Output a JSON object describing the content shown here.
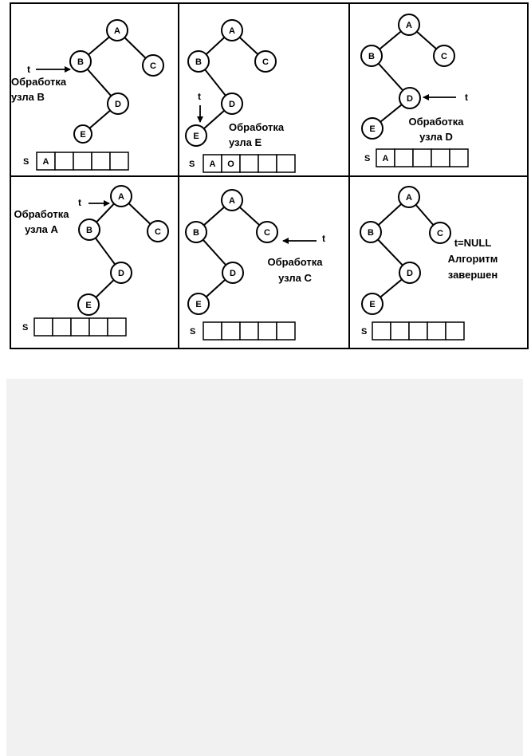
{
  "figure": {
    "stack_label": "S",
    "pointer_label": "t",
    "panels": [
      {
        "id": "p1",
        "caption_lines": [
          "Обработка",
          "узла B"
        ],
        "pointer_target": "B",
        "stack": [
          "A",
          "",
          "",
          "",
          ""
        ]
      },
      {
        "id": "p2",
        "caption_lines": [
          "Обработка",
          "узла E"
        ],
        "pointer_target": "E",
        "stack": [
          "A",
          "O",
          "",
          "",
          ""
        ]
      },
      {
        "id": "p3",
        "caption_lines": [
          "Обработка",
          "узла D"
        ],
        "pointer_target": "D",
        "stack": [
          "A",
          "",
          "",
          "",
          ""
        ]
      },
      {
        "id": "p4",
        "caption_lines": [
          "Обработка",
          "узла A"
        ],
        "pointer_target": "A",
        "stack": [
          "",
          "",
          "",
          "",
          ""
        ]
      },
      {
        "id": "p5",
        "caption_lines": [
          "Обработка",
          "узла C"
        ],
        "pointer_target": "C",
        "stack": [
          "",
          "",
          "",
          "",
          ""
        ]
      },
      {
        "id": "p6",
        "caption_lines": [
          "t=NULL",
          "Алгоритм",
          "завершен"
        ],
        "pointer_target": "",
        "stack": [
          "",
          "",
          "",
          "",
          ""
        ]
      }
    ],
    "nodes": [
      "A",
      "B",
      "C",
      "D",
      "E"
    ],
    "edges": [
      [
        "A",
        "B"
      ],
      [
        "A",
        "C"
      ],
      [
        "B",
        "D"
      ],
      [
        "D",
        "E"
      ]
    ]
  }
}
